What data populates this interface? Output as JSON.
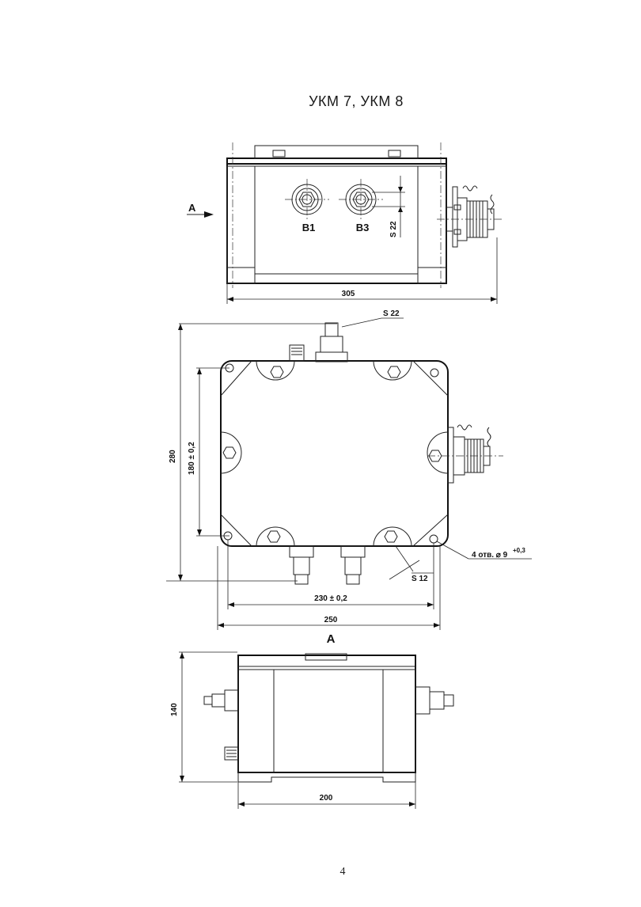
{
  "title": "УКМ 7, УКМ 8",
  "page_number": "4",
  "top_view": {
    "view_arrow_label": "А",
    "port_labels": [
      "B1",
      "B3"
    ],
    "wrench_size_label": "S 22",
    "width_label": "305"
  },
  "plan_view": {
    "wrench_top_label": "S 22",
    "wrench_bottom_label": "S 12",
    "height_total_label": "280",
    "height_mount_label": "180 ± 0,2",
    "width_mount_label": "230 ± 0,2",
    "width_total_label": "250",
    "holes_label": "4 отв. ⌀ 9",
    "holes_tolerance": "+0,3"
  },
  "side_view": {
    "view_label": "А",
    "height_label": "140",
    "width_label": "200"
  }
}
